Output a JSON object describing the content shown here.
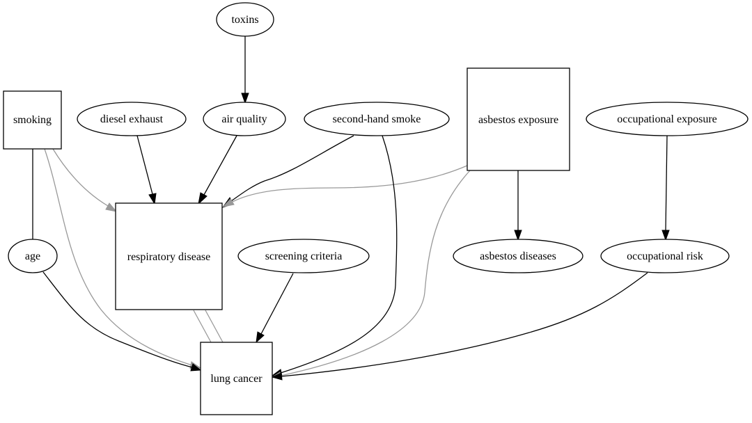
{
  "nodes": {
    "toxins": "toxins",
    "smoking": "smoking",
    "diesel_exhaust": "diesel exhaust",
    "air_quality": "air quality",
    "second_hand_smoke": "second-hand smoke",
    "asbestos_exposure": "asbestos exposure",
    "occupational_exposure": "occupational exposure",
    "age": "age",
    "respiratory_disease": "respiratory disease",
    "screening_criteria": "screening criteria",
    "asbestos_diseases": "asbestos diseases",
    "occupational_risk": "occupational risk",
    "lung_cancer": "lung cancer"
  },
  "edge_colors": {
    "causal": "#000000",
    "other": "#999999"
  }
}
